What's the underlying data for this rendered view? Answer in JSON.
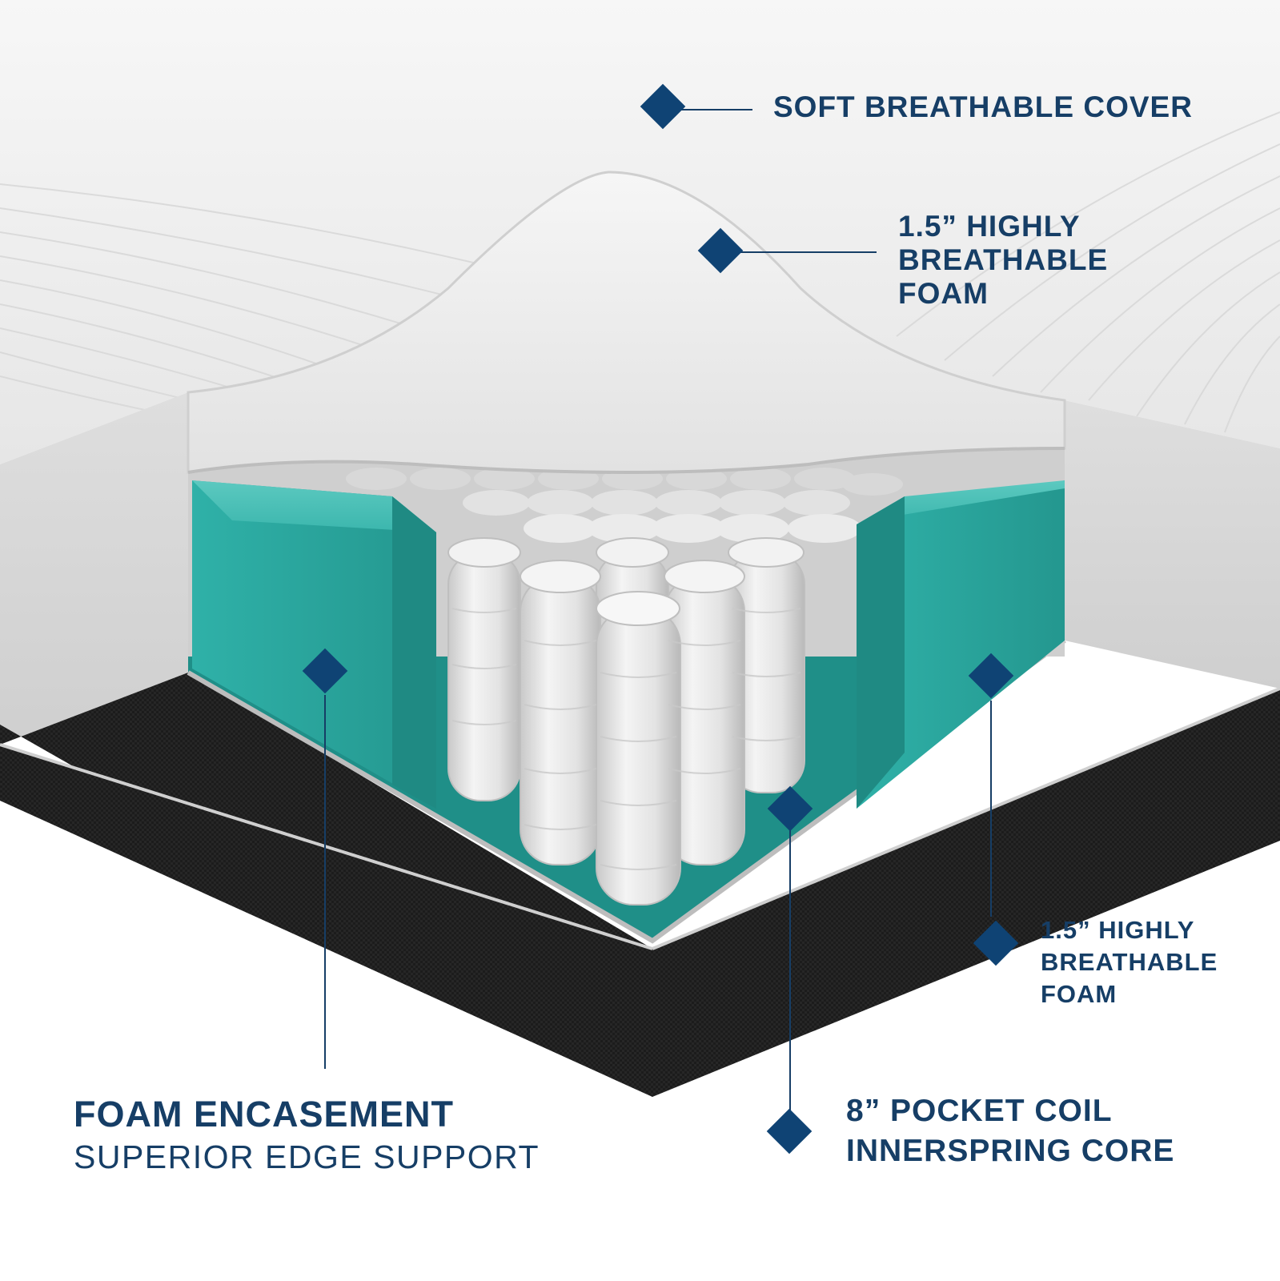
{
  "labels": {
    "cover": [
      "SOFT BREATHABLE COVER"
    ],
    "top_foam": [
      "1.5” HIGHLY",
      "BREATHABLE",
      "FOAM"
    ],
    "side_foam": [
      "1.5” HIGHLY",
      "BREATHABLE",
      "FOAM"
    ],
    "encasement_title": "FOAM ENCASEMENT",
    "encasement_subtitle": "SUPERIOR EDGE SUPPORT",
    "core": [
      "8” POCKET COIL",
      "INNERSPRING CORE"
    ]
  },
  "colors": {
    "label_text": "#163e66",
    "marker": "#0f4374",
    "cover": "#ededed",
    "quilting": "#d9d9d9",
    "foam": "#2ea8a0",
    "coil_fabric": "#e6e6e6",
    "base_fabric": "#1b1b1b",
    "background": "#ffffff"
  },
  "icons": {
    "marker": "diamond-marker-icon"
  }
}
